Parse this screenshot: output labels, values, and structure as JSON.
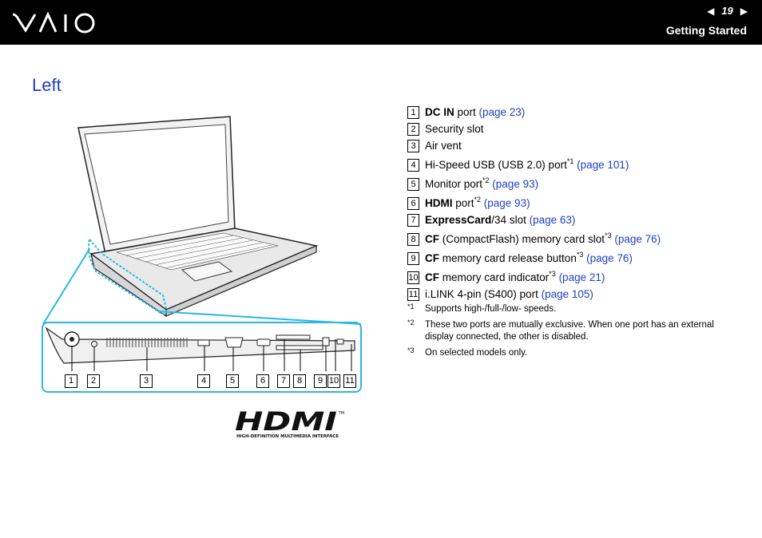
{
  "header": {
    "brand": "VAIO",
    "page_number": "19",
    "prev_icon": "left-triangle-arrow",
    "next_icon": "right-triangle-arrow",
    "section": "Getting Started"
  },
  "page_title": "Left",
  "callouts": [
    {
      "num": "1",
      "bold": "DC IN",
      "text": " port ",
      "link": "(page 23)",
      "sup": ""
    },
    {
      "num": "2",
      "bold": "",
      "text": "Security slot",
      "link": "",
      "sup": ""
    },
    {
      "num": "3",
      "bold": "",
      "text": "Air vent",
      "link": "",
      "sup": ""
    },
    {
      "num": "4",
      "bold": "",
      "text": "Hi-Speed USB (USB 2.0) port",
      "sup": "*1",
      "link": " (page 101)"
    },
    {
      "num": "5",
      "bold": "",
      "text": "Monitor port",
      "sup": "*2",
      "link": " (page 93)"
    },
    {
      "num": "6",
      "bold": "HDMI",
      "text": " port",
      "sup": "*2",
      "link": " (page 93)"
    },
    {
      "num": "7",
      "bold": "ExpressCard",
      "text": "/34 slot ",
      "sup": "",
      "link": "(page 63)"
    },
    {
      "num": "8",
      "bold": "CF",
      "text": " (CompactFlash) memory card slot",
      "sup": "*3",
      "link": " (page 76)"
    },
    {
      "num": "9",
      "bold": "CF",
      "text": " memory card release button",
      "sup": "*3",
      "link": " (page 76)"
    },
    {
      "num": "10",
      "bold": "CF",
      "text": " memory card indicator",
      "sup": "*3",
      "link": " (page 21)"
    },
    {
      "num": "11",
      "bold": "",
      "text": "i.LINK 4-pin (S400) port ",
      "sup": "",
      "link": "(page 105)"
    }
  ],
  "footnotes": [
    {
      "mark": "*1",
      "text": "Supports high-/full-/low- speeds."
    },
    {
      "mark": "*2",
      "text": "These two ports are mutually exclusive. When one port has an external display connected, the other is disabled."
    },
    {
      "mark": "*3",
      "text": "On selected models only."
    }
  ],
  "figure": {
    "port_numbers": [
      "1",
      "2",
      "3",
      "4",
      "5",
      "6",
      "7",
      "8",
      "9",
      "10",
      "11"
    ],
    "hdmi_logo_text": "HDMI",
    "hdmi_logo_tagline": "HIGH-DEFINITION MULTIMEDIA INTERFACE",
    "highlight_color": "#29b7e6"
  },
  "colors": {
    "header_bg": "#000000",
    "link": "#1f3fc2",
    "title": "#1f3fc2"
  }
}
